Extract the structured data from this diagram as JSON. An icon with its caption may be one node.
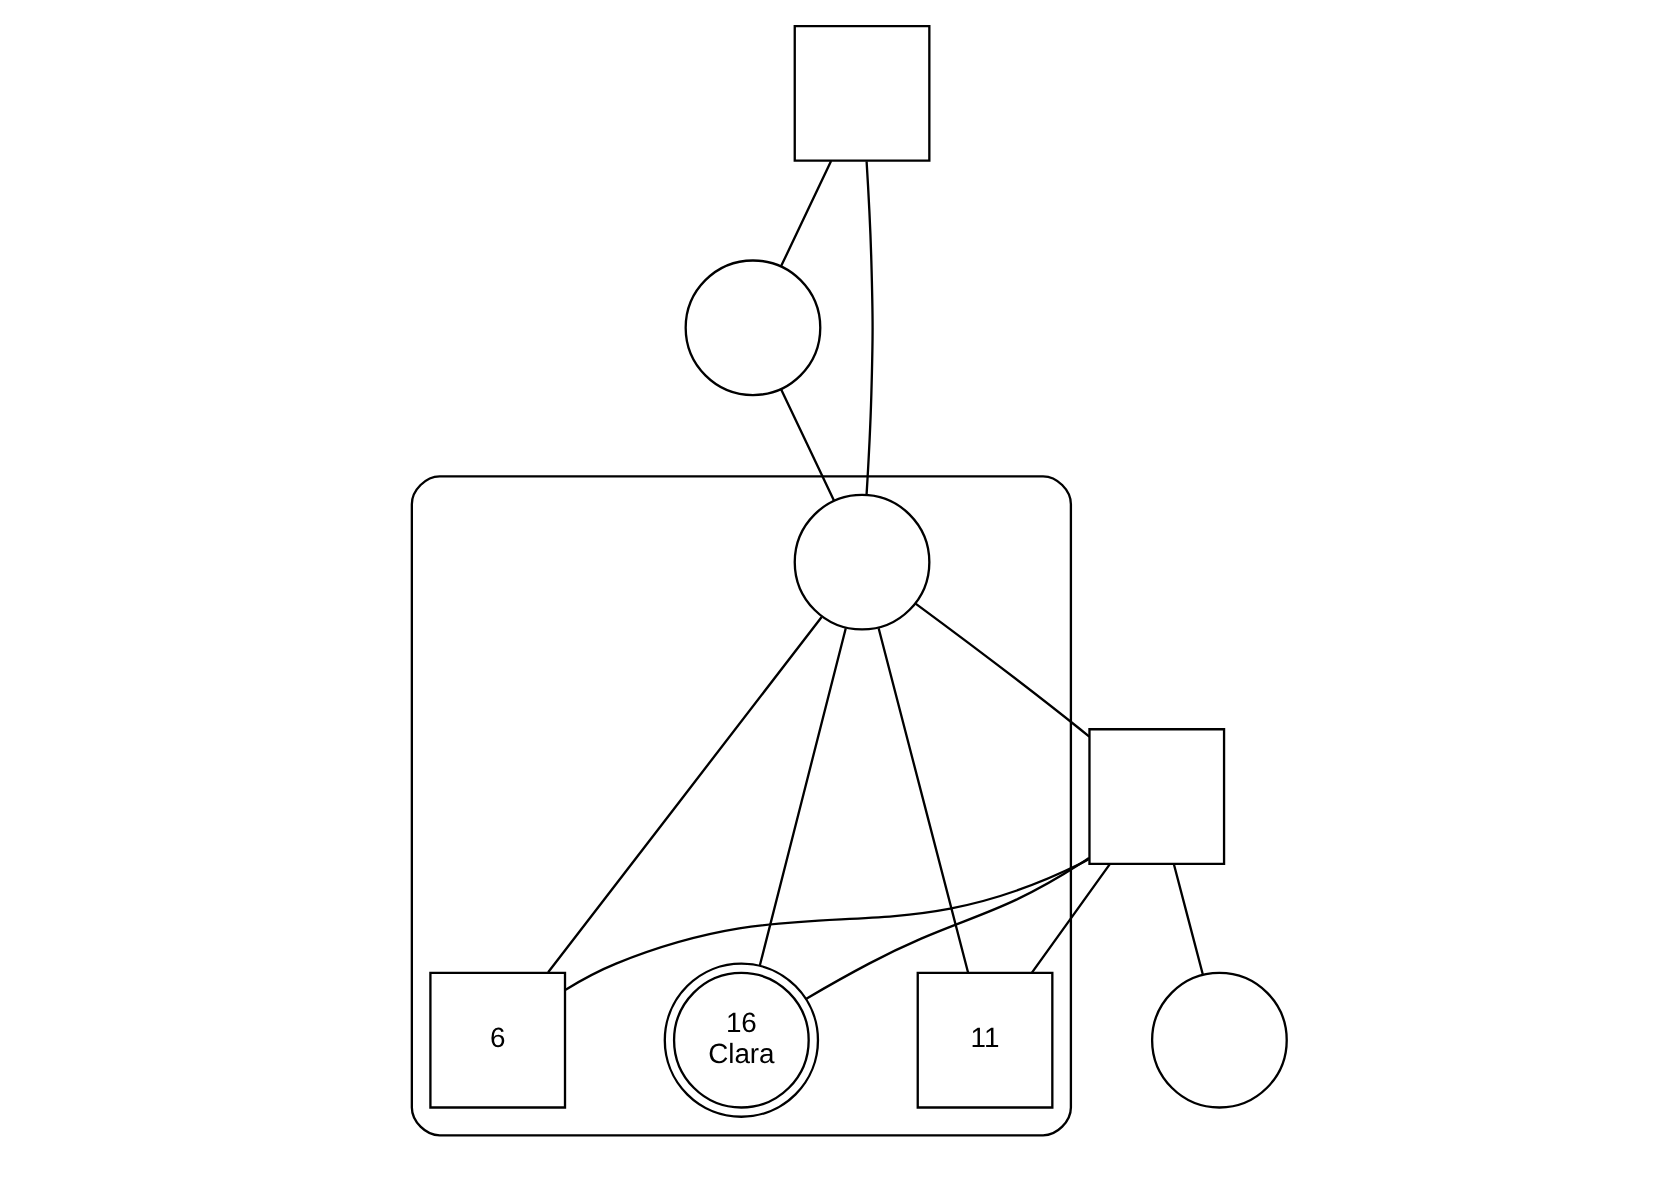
{
  "diagram": {
    "nodes": [
      {
        "text": [],
        "shape": "box"
      },
      {
        "text": [],
        "shape": "circle"
      },
      {
        "text": [],
        "shape": "cloud"
      },
      {
        "text": [],
        "shape": "circle",
        "in": 2
      },
      {
        "text": [],
        "shape": "box"
      },
      {
        "text": [],
        "shape": "circle"
      },
      {
        "text": [
          "16",
          "Clara"
        ],
        "in": 2
      },
      {
        "text": [
          "11"
        ],
        "in": 2
      },
      {
        "text": [
          "6"
        ],
        "in": 2
      }
    ],
    "edges": [
      {
        "from": 0,
        "to": 1,
        "arrow": "none"
      },
      {
        "from": 0,
        "to": 3,
        "arrow": "none"
      },
      {
        "from": 1,
        "to": 3,
        "arrow": "none"
      },
      {
        "from": 3,
        "to": 4,
        "arrow": "none"
      },
      {
        "from": 4,
        "to": 5,
        "arrow": "none"
      },
      {
        "from": 3,
        "to": 6,
        "arrow": "none"
      },
      {
        "from": 4,
        "to": 6,
        "arrow": "none"
      },
      {
        "from": 3,
        "to": 7,
        "arrow": "none"
      },
      {
        "from": 4,
        "to": 7,
        "arrow": "none"
      },
      {
        "from": 3,
        "to": 8,
        "arrow": "none"
      },
      {
        "from": 4,
        "to": 8,
        "arrow": "none"
      }
    ]
  }
}
